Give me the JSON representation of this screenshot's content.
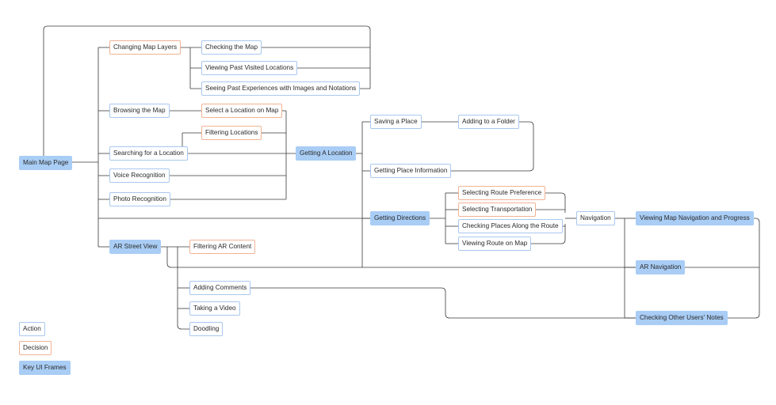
{
  "colors": {
    "action_border": "#a9c8ee",
    "decision_border": "#f1b394",
    "key_fill": "#a9cdf5",
    "connector": "#3a3a3a"
  },
  "nodes": {
    "main_map_page": "Main Map Page",
    "changing_map_layers": "Changing Map Layers",
    "checking_the_map": "Checking the Map",
    "viewing_past_visited": "Viewing Past Visited Locations",
    "seeing_past_experiences": "Seeing Past Experiences with Images and Notations",
    "browsing_the_map": "Browsing the Map",
    "select_location_on_map": "Select a Location on Map",
    "filtering_locations": "Filtering Locations",
    "searching_for_location": "Searching for a Location",
    "getting_a_location": "Getting A Location",
    "voice_recognition": "Voice Recognition",
    "photo_recognition": "Photo Recognition",
    "saving_a_place": "Saving a Place",
    "adding_to_folder": "Adding to a Folder",
    "getting_place_info": "Getting Place Information",
    "getting_directions": "Getting Directions",
    "selecting_route_preference": "Selecting Route Preference",
    "selecting_transportation": "Selecting Transportation",
    "checking_places_along_route": "Checking Places Along the Route",
    "viewing_route_on_map": "Viewing Route on Map",
    "navigation": "Navigation",
    "viewing_map_navigation": "Viewing Map Navigation and Progress",
    "ar_navigation": "AR Navigation",
    "checking_other_users_notes": "Checking Other Users' Notes",
    "ar_street_view": "AR Street View",
    "filtering_ar_content": "Filtering AR Content",
    "adding_comments": "Adding Comments",
    "taking_a_video": "Taking a Video",
    "doodling": "Doodling"
  },
  "legend": {
    "action": "Action",
    "decision": "Decision",
    "key_ui_frames": "Key UI Frames"
  }
}
